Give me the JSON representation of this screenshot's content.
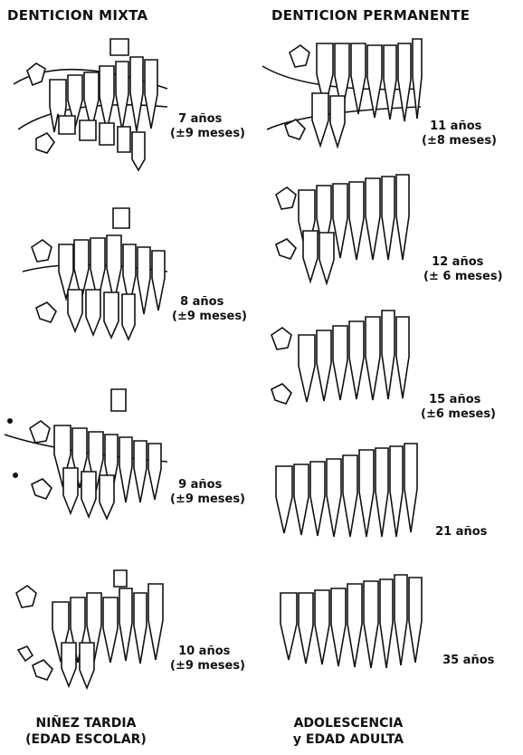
{
  "headers": {
    "left": "DENTICION MIXTA",
    "right": "DENTICION PERMANENTE"
  },
  "mixed_stages": [
    {
      "age": "7 años",
      "range": "(±9 meses)"
    },
    {
      "age": "8 años",
      "range": "(±9 meses)"
    },
    {
      "age": "9 años",
      "range": "(±9 meses)"
    },
    {
      "age": "10 años",
      "range": "(±9 meses)"
    }
  ],
  "permanent_stages": [
    {
      "age": "11 años",
      "range": "(±8 meses)"
    },
    {
      "age": "12 años",
      "range": "(± 6 meses)"
    },
    {
      "age": "15 años",
      "range": "(±6 meses)"
    },
    {
      "age": "21 años",
      "range": ""
    },
    {
      "age": "35 años",
      "range": ""
    }
  ],
  "footers": {
    "left_line1": "NIÑEZ TARDIA",
    "left_line2": "(EDAD ESCOLAR)",
    "right_line1": "ADOLESCENCIA",
    "right_line2": "y EDAD ADULTA"
  }
}
